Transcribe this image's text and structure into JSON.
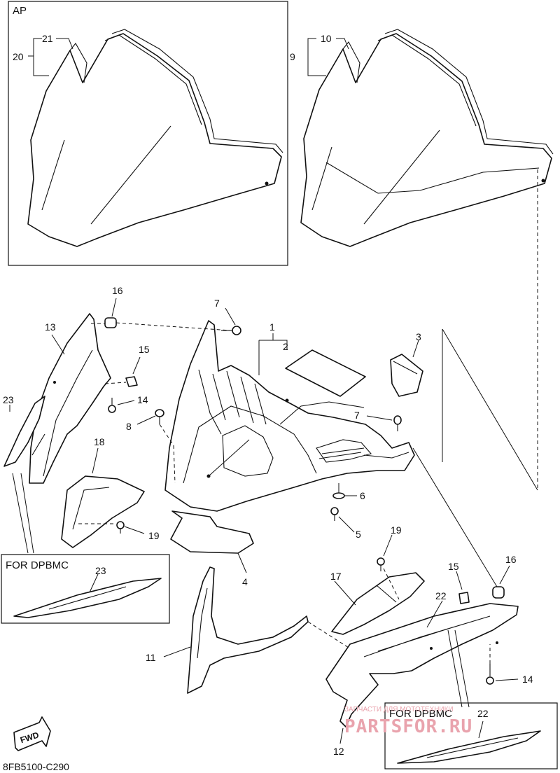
{
  "diagram": {
    "boxes": {
      "ap_label": "AP",
      "dpbmc_left_label": "FOR DPBMC",
      "dpbmc_right_label": "FOR DPBMC"
    },
    "callouts": {
      "c1": "1",
      "c2": "2",
      "c3": "3",
      "c4": "4",
      "c5": "5",
      "c6": "6",
      "c7a": "7",
      "c7b": "7",
      "c8": "8",
      "c9": "9",
      "c10": "10",
      "c11": "11",
      "c12": "12",
      "c13": "13",
      "c14a": "14",
      "c14b": "14",
      "c15a": "15",
      "c15b": "15",
      "c16a": "16",
      "c16b": "16",
      "c17": "17",
      "c18": "18",
      "c19a": "19",
      "c19b": "19",
      "c20": "20",
      "c21": "21",
      "c22a": "22",
      "c22b": "22",
      "c23a": "23",
      "c23b": "23"
    },
    "fwd_label": "FWD",
    "diagram_code": "8FB5100-C290",
    "watermark": {
      "brand": "PARTSFOR.RU",
      "tagline": "ЗАПЧАСТИ ДЛЯ МОТОТЕХНИКИ"
    }
  }
}
